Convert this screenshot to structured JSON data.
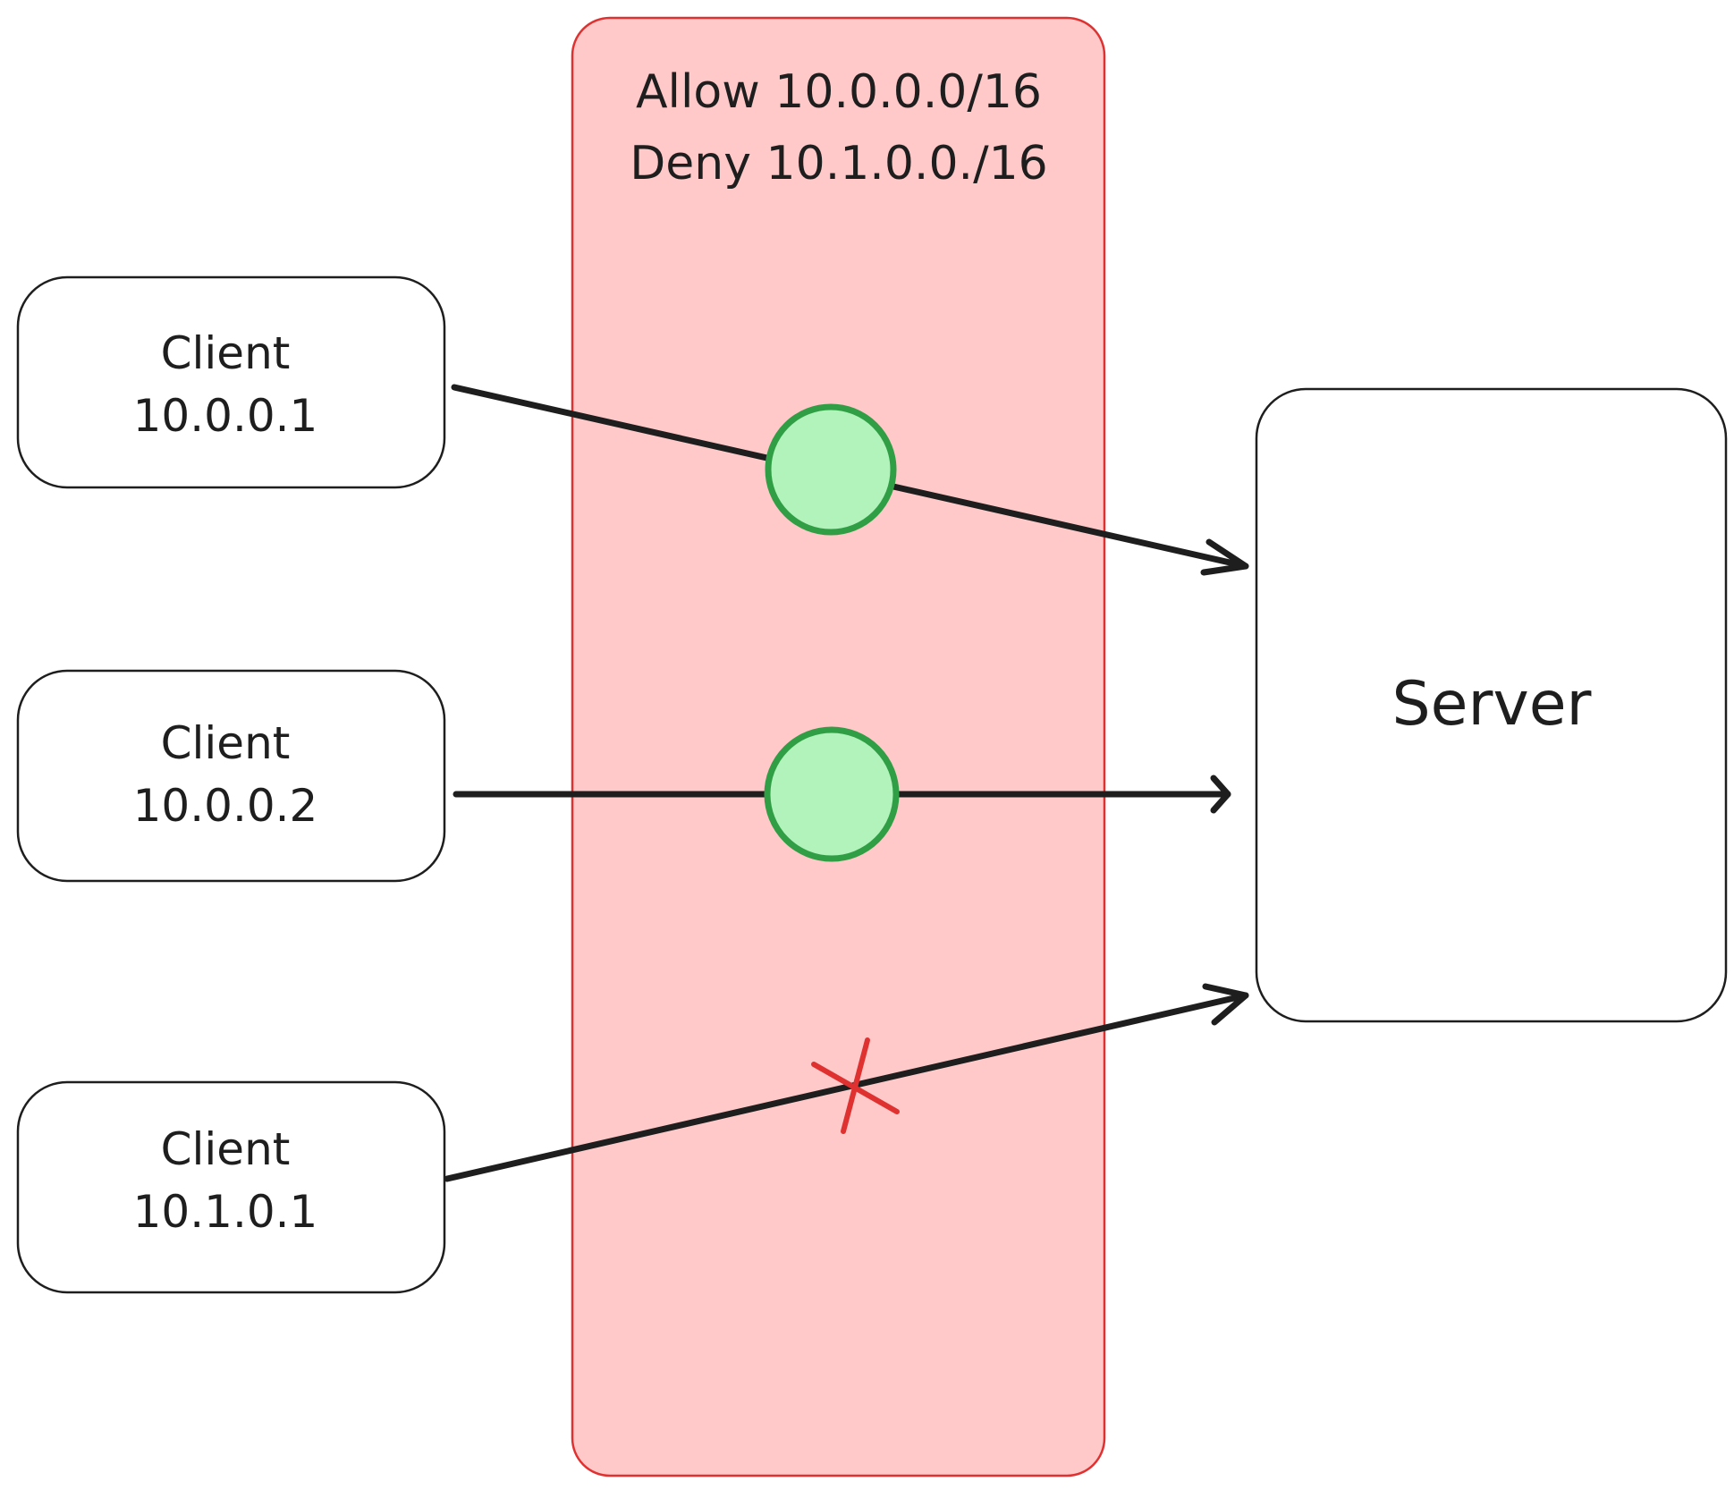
{
  "firewall": {
    "rules": [
      "Allow 10.0.0.0/16",
      "Deny 10.1.0.0./16"
    ],
    "fill": "#ffc9c9",
    "stroke": "#e03131"
  },
  "clients": [
    {
      "name": "Client",
      "ip": "10.0.0.1"
    },
    {
      "name": "Client",
      "ip": "10.0.0.2"
    },
    {
      "name": "Client",
      "ip": "10.1.0.1"
    }
  ],
  "server": {
    "label": "Server"
  },
  "connections": [
    {
      "from": "10.0.0.1",
      "status": "allowed"
    },
    {
      "from": "10.0.0.2",
      "status": "allowed"
    },
    {
      "from": "10.1.0.1",
      "status": "denied"
    }
  ],
  "colors": {
    "ink": "#1e1e1e",
    "allowed_fill": "#b2f2bb",
    "allowed_stroke": "#2f9e44",
    "denied_mark": "#e03131"
  }
}
